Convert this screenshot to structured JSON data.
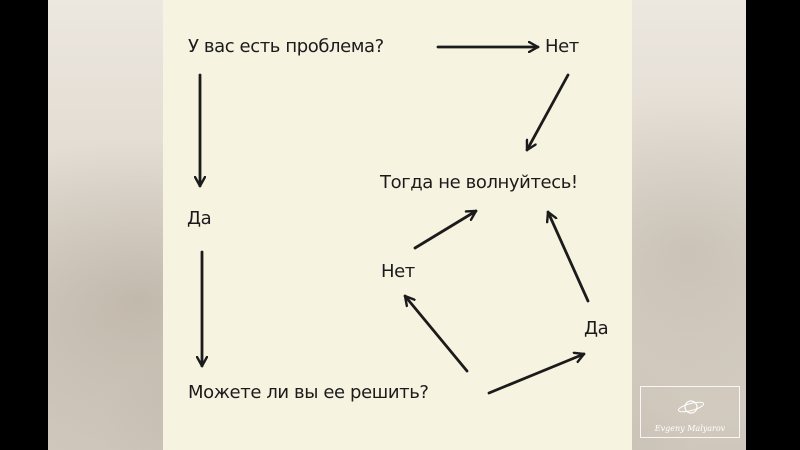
{
  "diagram": {
    "nodes": {
      "problem": "У вас есть проблема?",
      "no_top": "Нет",
      "dont_worry": "Тогда не волнуйтесь!",
      "yes_left": "Да",
      "no_middle": "Нет",
      "yes_right": "Да",
      "can_solve": "Можете ли вы ее решить?"
    }
  },
  "watermark": {
    "text": "Evgeny Malyarov",
    "icon": "planet-icon"
  },
  "colors": {
    "card": "#f7f3e1",
    "ink": "#1b1b1b",
    "backdrop": "#ddd6cc"
  }
}
